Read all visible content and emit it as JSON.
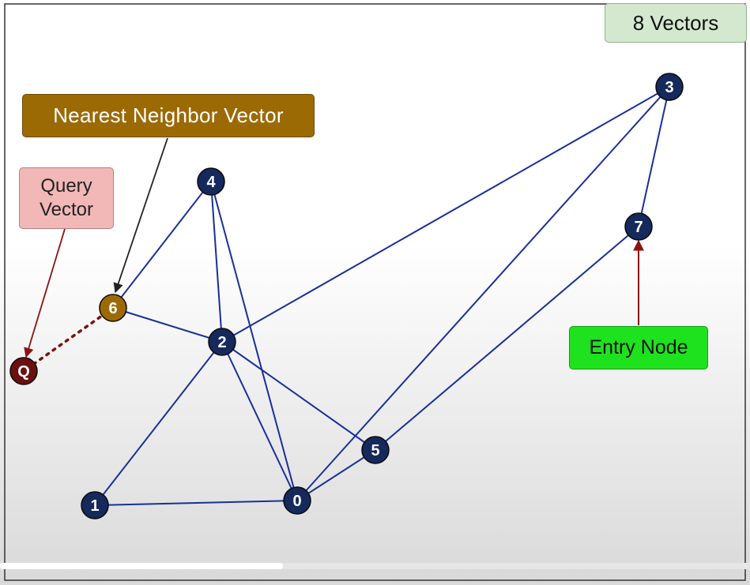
{
  "vectors_count_label": "8 Vectors",
  "nearest_neighbor_label": "Nearest Neighbor Vector",
  "query_label_lines": [
    "Query",
    "Vector"
  ],
  "entry_node_label": "Entry Node",
  "nodes": [
    {
      "id": "0",
      "label": "0",
      "kind": "vector"
    },
    {
      "id": "1",
      "label": "1",
      "kind": "vector"
    },
    {
      "id": "2",
      "label": "2",
      "kind": "vector"
    },
    {
      "id": "3",
      "label": "3",
      "kind": "vector"
    },
    {
      "id": "4",
      "label": "4",
      "kind": "vector"
    },
    {
      "id": "5",
      "label": "5",
      "kind": "vector"
    },
    {
      "id": "6",
      "label": "6",
      "kind": "nearest"
    },
    {
      "id": "7",
      "label": "7",
      "kind": "entry"
    },
    {
      "id": "Q",
      "label": "Q",
      "kind": "query"
    }
  ],
  "edges": [
    [
      "1",
      "0"
    ],
    [
      "1",
      "2"
    ],
    [
      "2",
      "0"
    ],
    [
      "2",
      "3"
    ],
    [
      "2",
      "5"
    ],
    [
      "2",
      "4"
    ],
    [
      "4",
      "0"
    ],
    [
      "4",
      "6"
    ],
    [
      "6",
      "2"
    ],
    [
      "0",
      "5"
    ],
    [
      "0",
      "3"
    ],
    [
      "5",
      "7"
    ],
    [
      "3",
      "7"
    ]
  ],
  "dotted_edges": [
    [
      "6",
      "Q"
    ]
  ],
  "colors": {
    "node_fill": "#15295c",
    "nearest_fill": "#9c6a05",
    "query_fill": "#6b1010",
    "edge": "#1a2f9a",
    "dotted_edge": "#7a1212",
    "annotation_arrow_dark": "#222222",
    "annotation_arrow_red": "#8b1212"
  }
}
